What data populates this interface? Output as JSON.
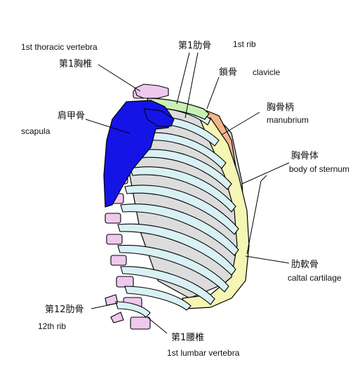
{
  "colors": {
    "scapula": "#1414e6",
    "rib": "#d9f1f5",
    "cartilage": "#f5f5b4",
    "manubrium": "#f5b48c",
    "vertebra": "#f0c8ee",
    "clavicle": "#c8f0b4",
    "cavity": "#dcdcdc",
    "outline": "#000000"
  },
  "labels": {
    "first_thoracic_en": "1st thoracic vertebra",
    "first_thoracic_jp": "第1胸椎",
    "first_rib_jp": "第1肋骨",
    "first_rib_en": "1st rib",
    "clavicle_jp": "鎖骨",
    "clavicle_en": "clavicle",
    "manubrium_jp": "胸骨柄",
    "manubrium_en": "manubrium",
    "sternum_body_jp": "胸骨体",
    "sternum_body_en": "body of sternum",
    "scapula_jp": "肩甲骨",
    "scapula_en": "scapula",
    "costal_cartilage_jp": "肋軟骨",
    "costal_cartilage_en": "caltal cartilage",
    "twelfth_rib_jp": "第12肋骨",
    "twelfth_rib_en": "12th rib",
    "first_lumbar_jp": "第1腰椎",
    "first_lumbar_en": "1st lumbar vertebra"
  }
}
